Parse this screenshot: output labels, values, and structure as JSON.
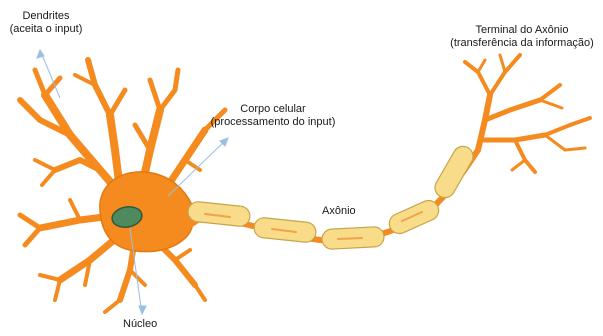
{
  "labels": {
    "dendrites": [
      "Dendrites",
      "(aceita o input)"
    ],
    "cell_body": [
      "Corpo celular",
      "(processamento do input)"
    ],
    "axon": "Axônio",
    "axon_terminal": [
      "Terminal do Axônio",
      "(transferência da informação)"
    ],
    "nucleus": "Núcleo"
  },
  "colors": {
    "neuron": "#f58a1f",
    "neuron_outline": "#e07a10",
    "myelin": "#f8dc8a",
    "myelin_outline": "#c7a54a",
    "nucleus": "#4f8a5e",
    "nucleus_outline": "#2e5a3a",
    "pointer_line": "#9bbfe0",
    "text": "#1a1a1a"
  }
}
